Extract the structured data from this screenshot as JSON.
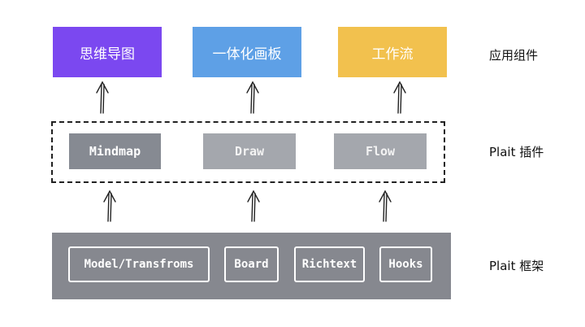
{
  "apps": [
    {
      "label": "思维导图"
    },
    {
      "label": "一体化画板"
    },
    {
      "label": "工作流"
    }
  ],
  "plugins": [
    {
      "label": "Mindmap"
    },
    {
      "label": "Draw"
    },
    {
      "label": "Flow"
    }
  ],
  "framework": [
    {
      "label": "Model/Transfroms"
    },
    {
      "label": "Board"
    },
    {
      "label": "Richtext"
    },
    {
      "label": "Hooks"
    }
  ],
  "layers": {
    "app": "应用组件",
    "plugin": "Plait 插件",
    "framework": "Plait 框架"
  },
  "colors": {
    "mindmap": "#7b48f0",
    "board": "#5ea0e6",
    "flow": "#f2c14e",
    "plugin_active": "#868a92",
    "plugin_muted": "#a4a7ad",
    "framework_bg": "#86888f"
  }
}
